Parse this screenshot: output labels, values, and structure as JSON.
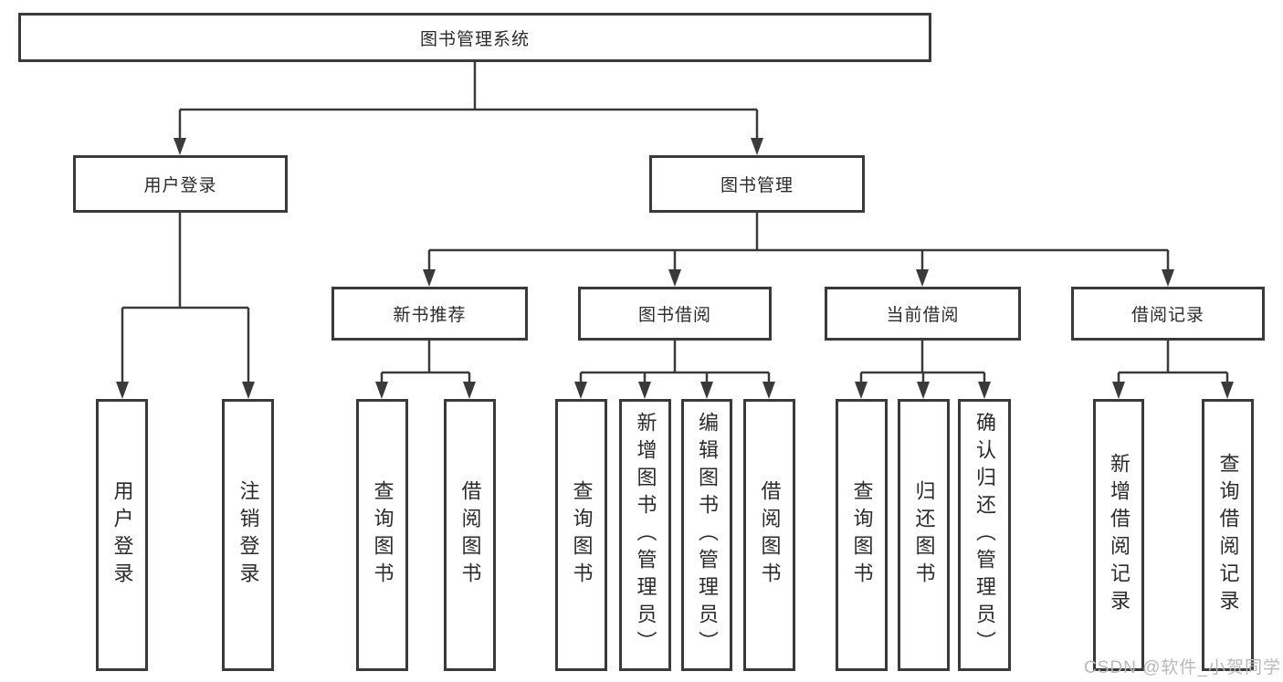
{
  "diagram": {
    "root": {
      "label": "图书管理系统"
    },
    "user_login": {
      "label": "用户登录",
      "children": [
        {
          "label": "用户登录"
        },
        {
          "label": "注销登录"
        }
      ]
    },
    "book_mgmt": {
      "label": "图书管理",
      "groups": [
        {
          "label": "新书推荐",
          "children": [
            {
              "label": "查询图书"
            },
            {
              "label": "借阅图书"
            }
          ]
        },
        {
          "label": "图书借阅",
          "children": [
            {
              "label": "查询图书"
            },
            {
              "label": "新增图书（管理员）"
            },
            {
              "label": "编辑图书（管理员）"
            },
            {
              "label": "借阅图书"
            }
          ]
        },
        {
          "label": "当前借阅",
          "children": [
            {
              "label": "查询图书"
            },
            {
              "label": "归还图书"
            },
            {
              "label": "确认归还（管理员）"
            }
          ]
        },
        {
          "label": "借阅记录",
          "children": [
            {
              "label": "新增借阅记录"
            },
            {
              "label": "查询借阅记录"
            }
          ]
        }
      ]
    }
  },
  "watermark": {
    "text": "CSDN @软件_小贺同学"
  },
  "colors": {
    "line": "#3a3a3a",
    "box_border": "#3a3a3a",
    "text": "#2b2b2b",
    "watermark": "#b9b9b9",
    "background": "#ffffff"
  }
}
